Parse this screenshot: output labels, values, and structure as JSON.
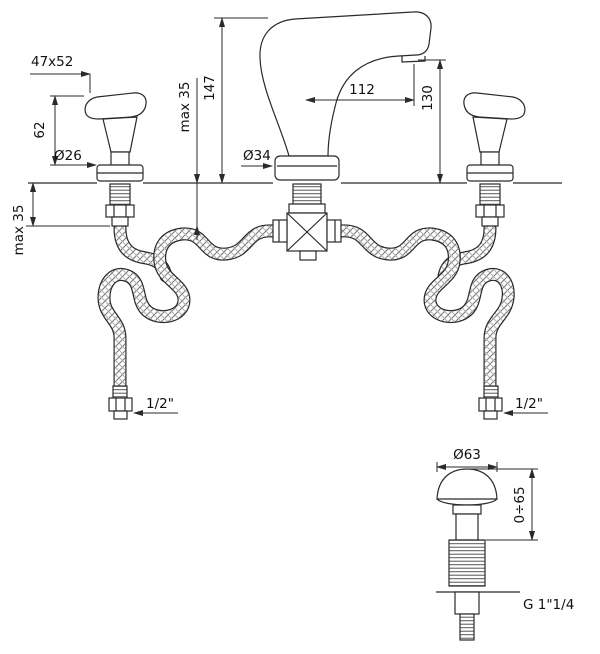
{
  "drawing": {
    "type": "technical-drawing",
    "line_color": "#2a2a2a",
    "background": "#ffffff",
    "dimensions": {
      "handle_footprint": "47x52",
      "handle_height": "62",
      "handle_base_diameter": "Ø26",
      "max_deck_left": "max 35",
      "spout_height": "147",
      "max_deck_center": "max 35",
      "spout_reach": "112",
      "outlet_height": "130",
      "spout_base_diameter": "Ø34",
      "supply_left": "1/2\"",
      "supply_right": "1/2\"",
      "waste_cap_diameter": "Ø63",
      "waste_height_range": "0÷65",
      "waste_thread": "G 1\"1/4"
    }
  }
}
